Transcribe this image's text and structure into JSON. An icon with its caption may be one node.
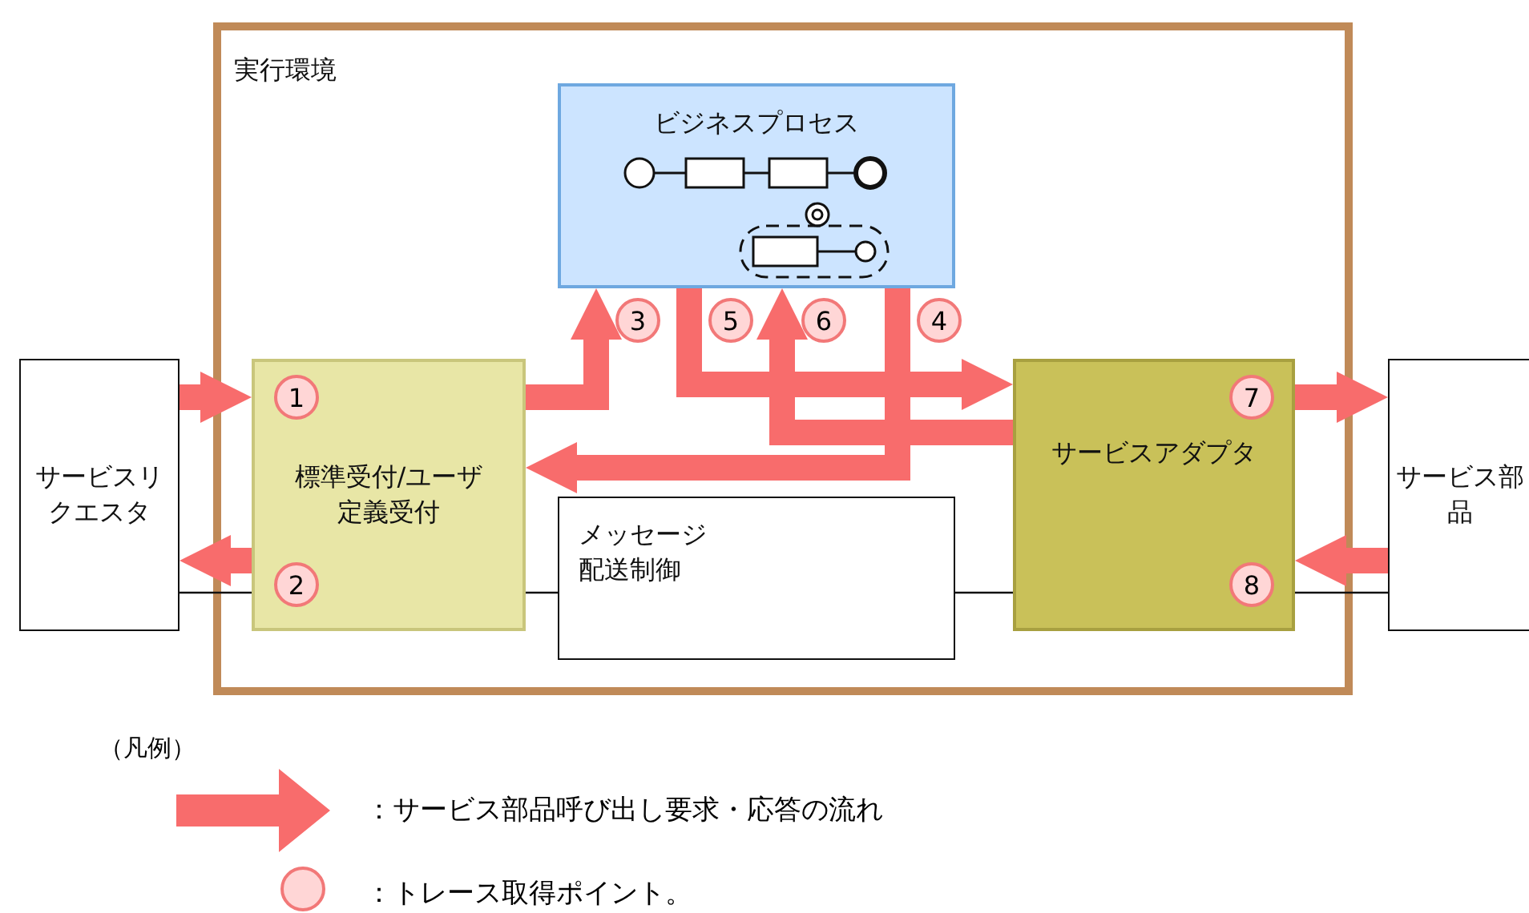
{
  "diagram": {
    "nodes": [
      {
        "text": [
          "実行環境"
        ]
      },
      {
        "text": [
          "ビジネスプロセス"
        ],
        "in": 0
      },
      {
        "text": [
          "サービスリクエスタ"
        ]
      },
      {
        "text": [
          "標準受付/ユーザ定義受付"
        ],
        "in": 0
      },
      {
        "text": [
          "メッセージ配送制御"
        ],
        "in": 0
      },
      {
        "text": [
          "サービスアダプタ"
        ],
        "in": 0
      },
      {
        "text": [
          "サービス部品"
        ]
      },
      {
        "text": [
          "1"
        ],
        "in": 3
      },
      {
        "text": [
          "2"
        ],
        "in": 3
      },
      {
        "text": [
          "3"
        ],
        "in": 0
      },
      {
        "text": [
          "5"
        ],
        "in": 0
      },
      {
        "text": [
          "6"
        ],
        "in": 0
      },
      {
        "text": [
          "4"
        ],
        "in": 0
      },
      {
        "text": [
          "7"
        ],
        "in": 5
      },
      {
        "text": [
          "8"
        ],
        "in": 5
      }
    ],
    "edges": [
      {
        "from": 2,
        "to": 3,
        "arrow": "none",
        "color": "#111111"
      },
      {
        "from": 3,
        "to": 4,
        "arrow": "none",
        "color": "#111111"
      },
      {
        "from": 4,
        "to": 5,
        "arrow": "none",
        "color": "#111111"
      },
      {
        "from": 5,
        "to": 6,
        "arrow": "none",
        "color": "#111111"
      },
      {
        "from": 2,
        "to": 3,
        "arrow": "to"
      },
      {
        "from": 3,
        "to": 1,
        "arrow": "to"
      },
      {
        "from": 1,
        "to": 5,
        "arrow": "to"
      },
      {
        "from": 5,
        "to": 6,
        "arrow": "to"
      },
      {
        "from": 6,
        "to": 5,
        "arrow": "to"
      },
      {
        "from": 5,
        "to": 1,
        "arrow": "to"
      },
      {
        "from": 1,
        "to": 3,
        "arrow": "to"
      },
      {
        "from": 3,
        "to": 2,
        "arrow": "to"
      }
    ],
    "labels": [
      "（凡例）"
    ],
    "legend": [
      {
        "text": "：サービス部品呼び出し要求・応答の流れ"
      },
      {
        "text": "：トレース取得ポイント。"
      }
    ]
  }
}
